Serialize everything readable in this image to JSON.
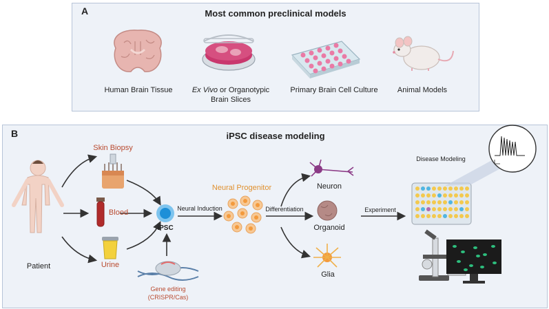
{
  "panel_a": {
    "letter": "A",
    "title": "Most common preclinical models",
    "models": [
      {
        "label": "Human Brain Tissue"
      },
      {
        "label_italic": "Ex Vivo",
        "label_rest": " or Organotypic",
        "label_line2": "Brain Slices"
      },
      {
        "label": "Primary Brain Cell Culture"
      },
      {
        "label": "Animal Models"
      }
    ]
  },
  "panel_b": {
    "letter": "B",
    "title": "iPSC disease modeling",
    "patient": "Patient",
    "sources": {
      "skin": "Skin Biopsy",
      "blood": "Blood",
      "urine": "Urine"
    },
    "ipsc": "iPSC",
    "neural_induction": "Neural Induction",
    "neural_progenitor": "Neural Progenitor",
    "differentiation": "Differentiation",
    "outcomes": {
      "neuron": "Neuron",
      "organoid": "Organoid",
      "glia": "Glia"
    },
    "experiment": "Experiment",
    "disease_modeling": "Disease Modeling",
    "gene_editing_line1": "Gene editing",
    "gene_editing_line2": "(CRISPR/Cas)"
  },
  "colors": {
    "panel_bg": "#eef2f8",
    "panel_border": "#b7c4d8",
    "source_label": "#b94a2f",
    "progenitor_label": "#e0902e",
    "ipsc_cell": "#1d8fd8",
    "progenitor_cell": "#f39a3d",
    "brain": "#e7b5b0",
    "neuron": "#8b3a86"
  }
}
